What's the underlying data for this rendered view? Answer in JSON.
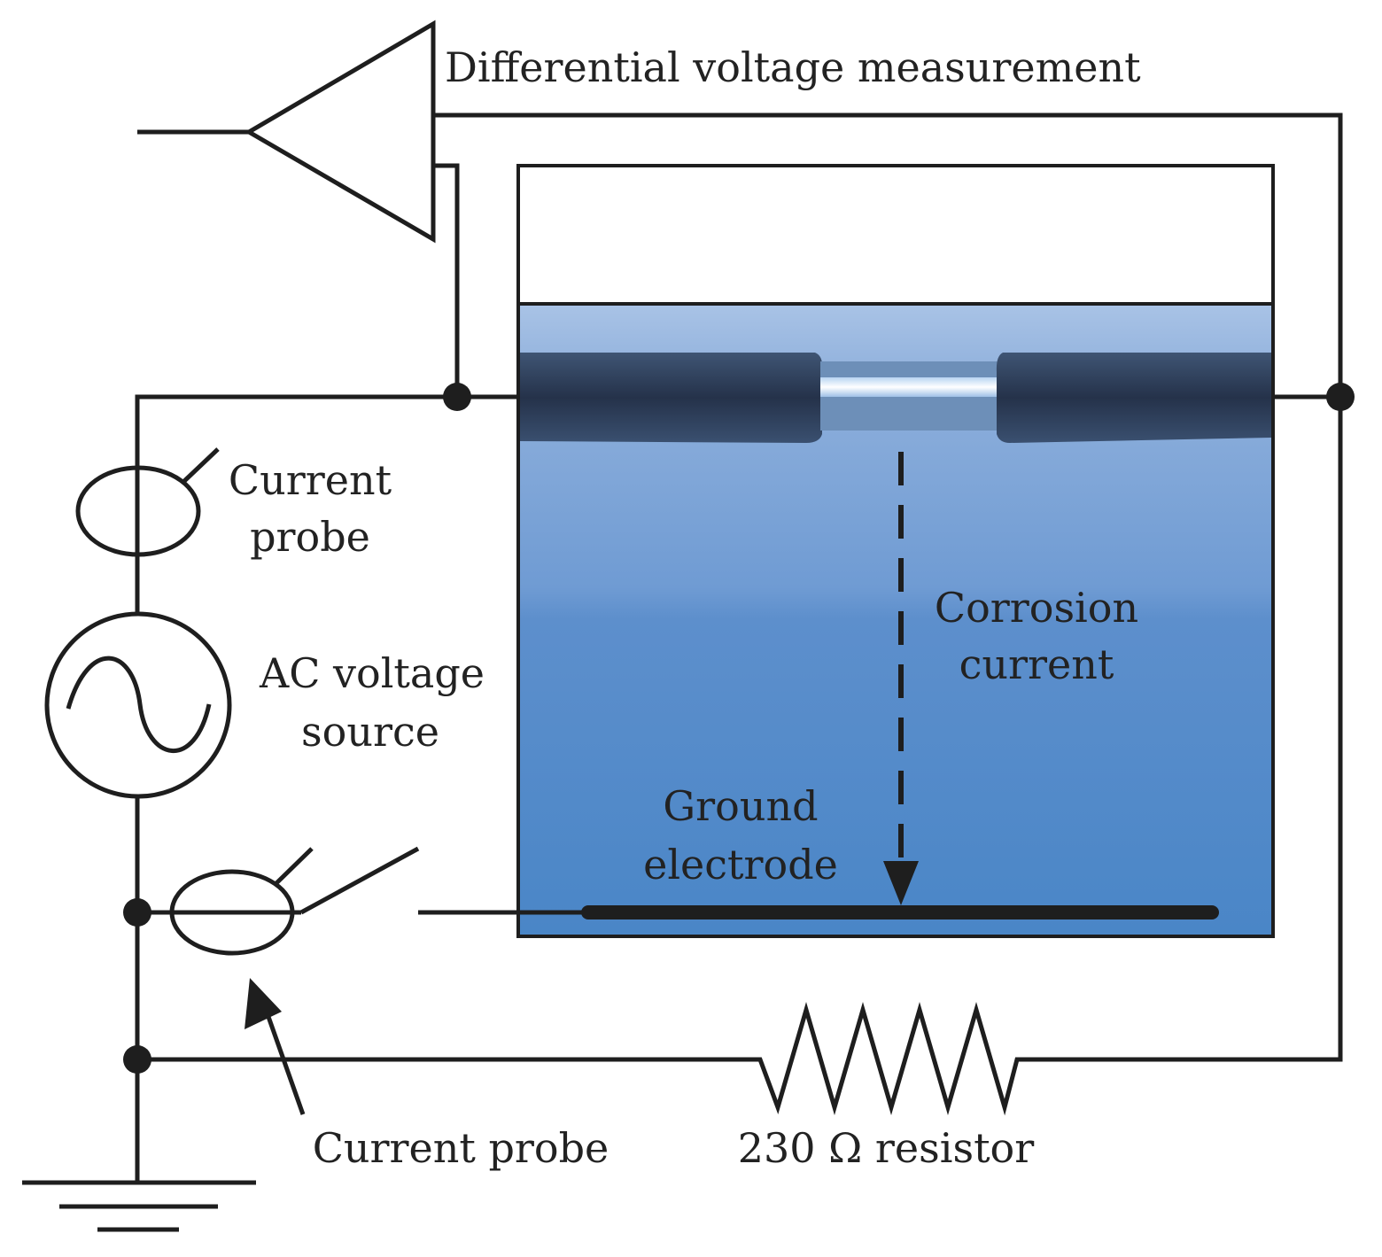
{
  "labels": {
    "diff_voltage": "Differential voltage measurement",
    "current_probe_top_line1": "Current",
    "current_probe_top_line2": "probe",
    "ac_source_line1": "AC voltage",
    "ac_source_line2": "source",
    "corrosion_line1": "Corrosion",
    "corrosion_line2": "current",
    "ground_electrode_line1": "Ground",
    "ground_electrode_line2": "electrode",
    "current_probe_bottom": "Current probe",
    "resistor": "230 Ω resistor"
  },
  "colors": {
    "wire": "#1e1e1e",
    "water_top": "#a9c3e6",
    "water_mid": "#6b96cf",
    "water_bottom": "#4b86c6",
    "sample_dark": "#2c3a52",
    "sample_bright": "#e8f4ff"
  }
}
